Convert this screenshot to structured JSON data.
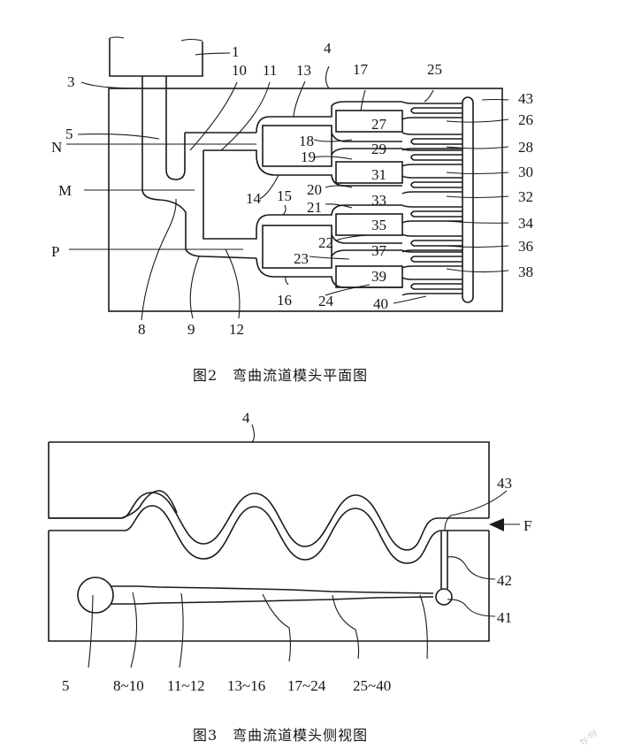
{
  "figure2": {
    "caption": "图2　弯曲流道模头平面图",
    "axis_labels": {
      "N": "N",
      "M": "M",
      "P": "P"
    },
    "labels": {
      "l1": "1",
      "l3": "3",
      "l4": "4",
      "l5": "5",
      "l8": "8",
      "l9": "9",
      "l10": "10",
      "l11": "11",
      "l12": "12",
      "l13": "13",
      "l14": "14",
      "l15": "15",
      "l16": "16",
      "l17": "17",
      "l18": "18",
      "l19": "19",
      "l20": "20",
      "l21": "21",
      "l22": "22",
      "l23": "23",
      "l24": "24",
      "l25": "25",
      "l26": "26",
      "l27": "27",
      "l28": "28",
      "l29": "29",
      "l30": "30",
      "l31": "31",
      "l32": "32",
      "l33": "33",
      "l34": "34",
      "l35": "35",
      "l36": "36",
      "l37": "37",
      "l38": "38",
      "l39": "39",
      "l40": "40",
      "l43": "43"
    }
  },
  "figure3": {
    "caption": "图3　弯曲流道模头侧视图",
    "labels": {
      "l4": "4",
      "l43": "43",
      "lF": "F",
      "l42": "42",
      "l41": "41",
      "b5": "5",
      "b8_10": "8~10",
      "b11_12": "11~12",
      "b13_16": "13~16",
      "b17_24": "17~24",
      "b25_40": "25~40"
    }
  },
  "watermark": "ty-sy"
}
